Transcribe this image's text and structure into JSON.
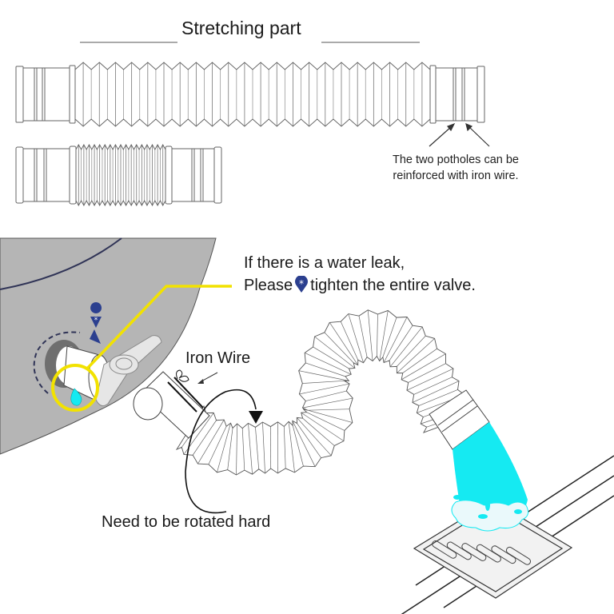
{
  "diagram": {
    "title": "Stretching part",
    "potholes_note": "The two potholes can be reinforced with iron wire.",
    "leak_note": {
      "line1": "If there is a water leak,",
      "line2_before": "Please",
      "line2_icon": "tighten-pin-icon",
      "line2_after": "tighten the entire valve."
    },
    "iron_wire_label": "Iron Wire",
    "rotate_label": "Need to be rotated hard",
    "colors": {
      "tank": "#b5b5b5",
      "tank_rim": "#2f3356",
      "callout": "#f2e200",
      "water": "#15eaf2",
      "pin": "#2b3f8f",
      "line": "#555555"
    }
  }
}
